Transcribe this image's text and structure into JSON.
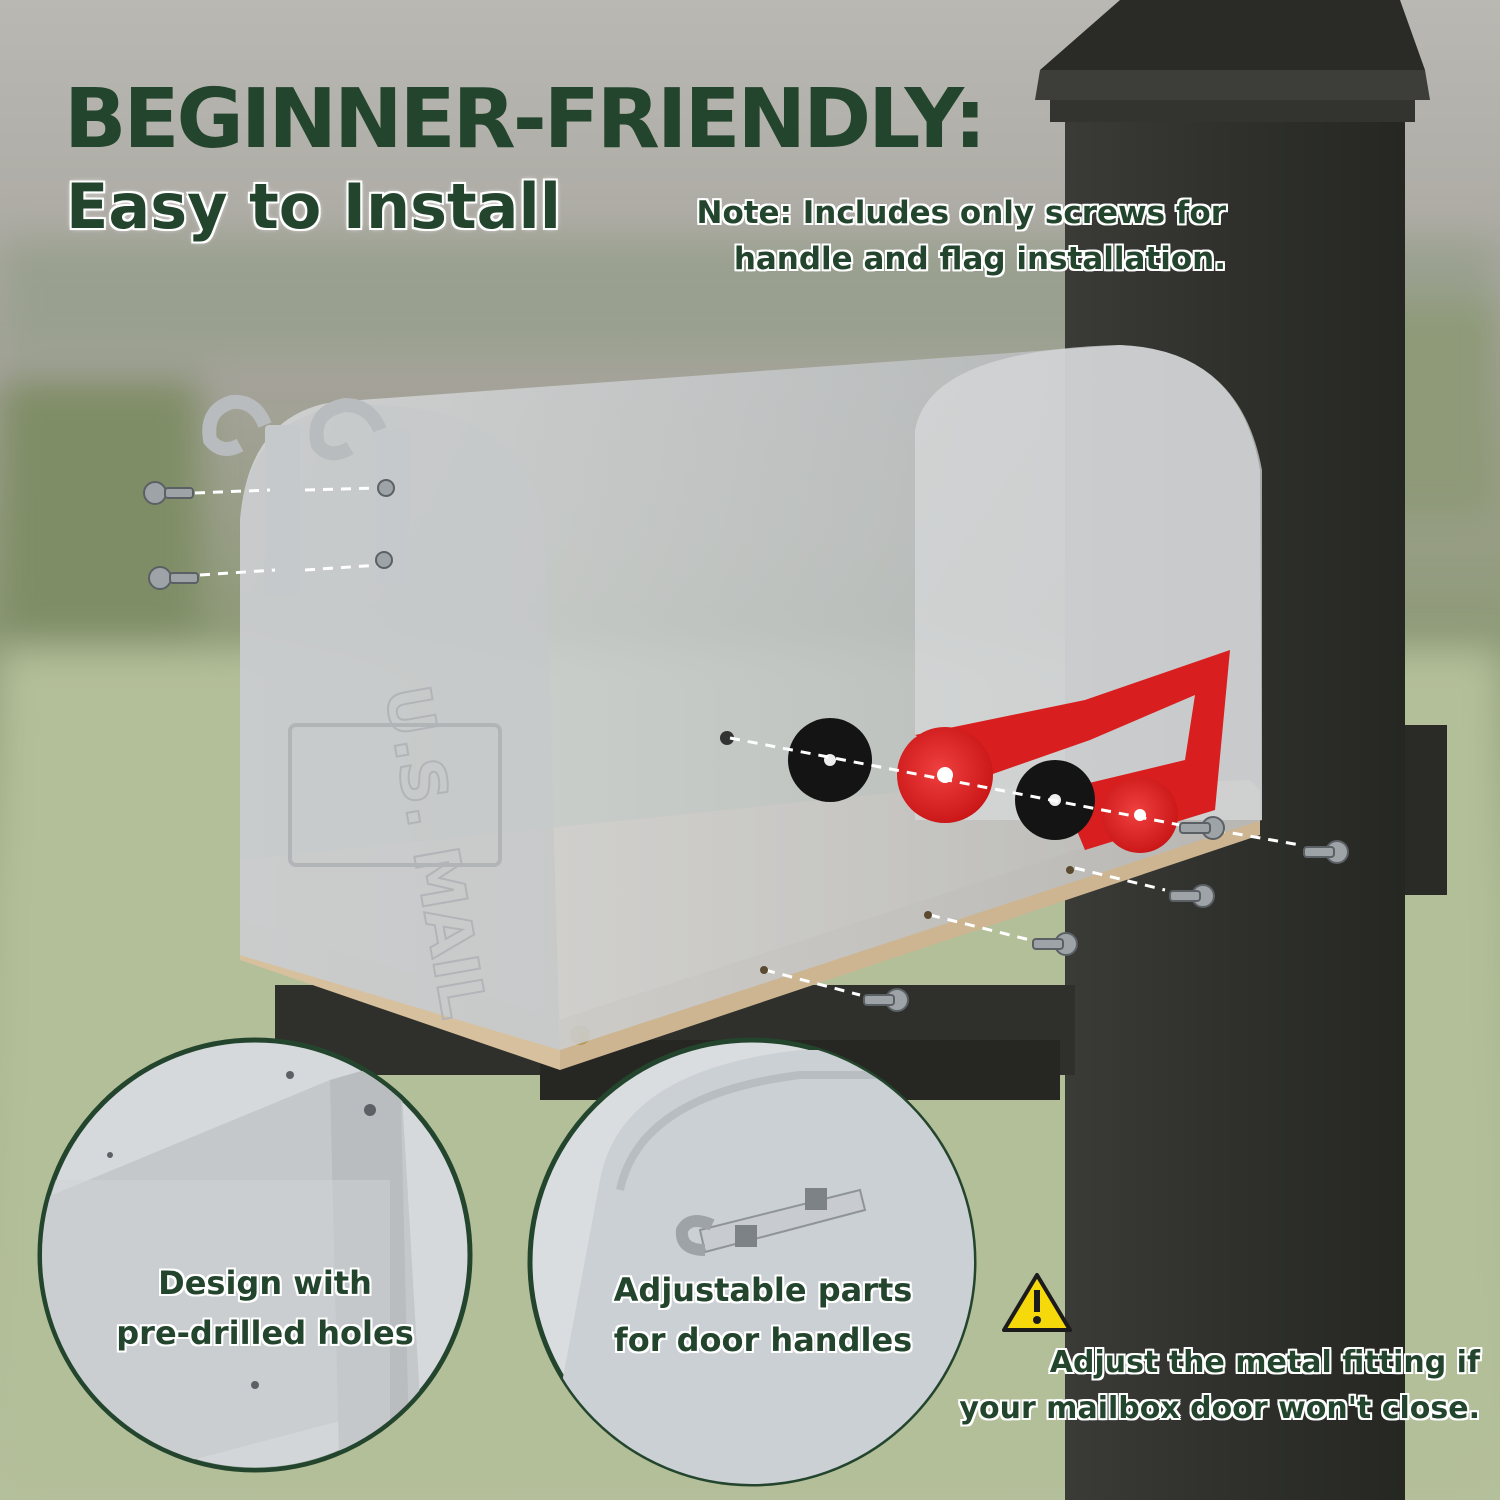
{
  "headline": "BEGINNER-FRIENDLY:",
  "subheadline": "Easy to Install",
  "note": "Note: Includes only screws for handle and flag installation.",
  "callouts": [
    {
      "line1": "Design with",
      "line2": "pre-drilled holes"
    },
    {
      "line1": "Adjustable parts",
      "line2": "for door handles"
    }
  ],
  "warning": {
    "icon": "warning-triangle-icon",
    "line1": "Adjust the metal fitting if",
    "line2": "your mailbox door won't close."
  },
  "mailbox_emboss": "U.S. MAIL",
  "colors": {
    "heading": "#24452d",
    "flag": "#d81e1e",
    "post": "#2f302c",
    "mailbox": "#c9ccce",
    "wood": "#e3cfb2",
    "warning": "#f5d90a"
  }
}
